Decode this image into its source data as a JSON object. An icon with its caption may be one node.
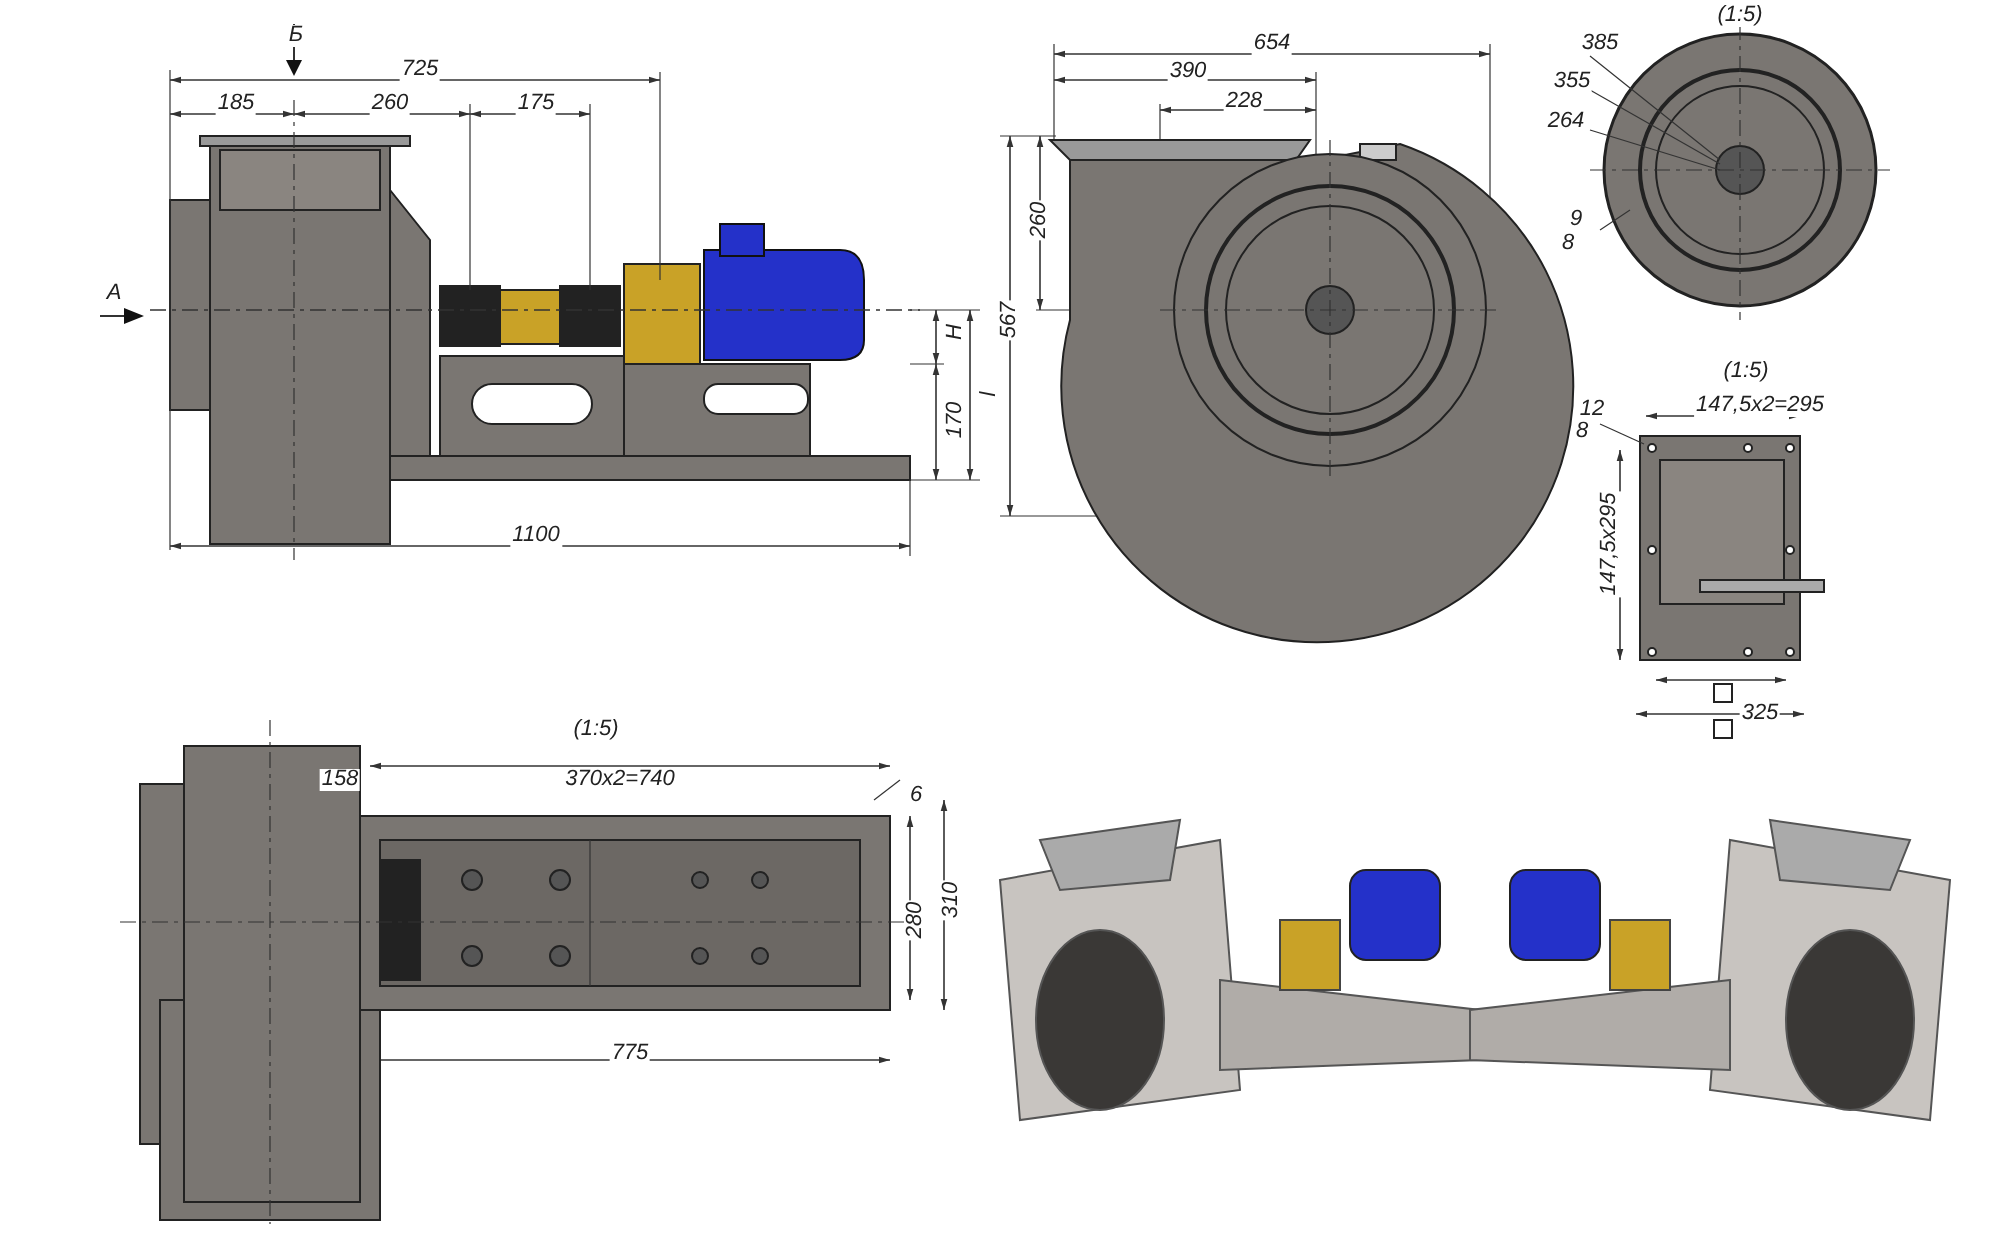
{
  "diagram": {
    "labels": [
      "Б",
      "725",
      "185",
      "260",
      "175",
      "А",
      "Н",
      "170",
      "l",
      "1100",
      "654",
      "390",
      "228",
      "260",
      "567",
      "(1:5)",
      "385",
      "355",
      "264",
      "9",
      "8",
      "(1:5)",
      "12",
      "8",
      "147,5x2=295",
      "147,5x295",
      "325",
      "(1:5)",
      "158",
      "370x2=740",
      "6",
      "280",
      "310",
      "775"
    ]
  }
}
